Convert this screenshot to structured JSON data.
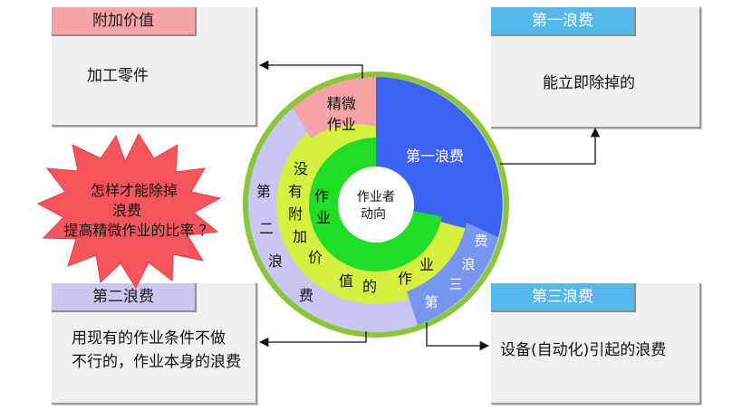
{
  "boxes": {
    "value_added": {
      "title": "附加价值",
      "body": "加工零件",
      "title_color": "#f4a4a8"
    },
    "first_waste": {
      "title": "第一浪费",
      "body": "能立即除掉的",
      "title_color": "#56b7ea"
    },
    "second_waste": {
      "title": "第二浪费",
      "body_lines": [
        "用现有的作业条件不做",
        "不行的，作业本身的浪费"
      ],
      "title_color": "#cbc7f1"
    },
    "third_waste": {
      "title": "第三浪费",
      "body": "设备(自动化)引起的浪费",
      "title_color": "#56b7ea"
    }
  },
  "starburst": {
    "lines": [
      "怎样才能除掉",
      "浪费",
      "提高精微作业的比率 ？"
    ],
    "fill": "#f7555d"
  },
  "wheel": {
    "center": [
      "作业者",
      "动向"
    ],
    "inner_ring": [
      "作",
      "业"
    ],
    "segments": {
      "fine_work": [
        "精微",
        "作业"
      ],
      "first_waste": "第一浪费",
      "no_value_work": [
        "没",
        "有",
        "附",
        "加",
        "价",
        "值",
        "的",
        "作",
        "业"
      ],
      "second_waste": [
        "第",
        "二",
        "浪",
        "费"
      ],
      "third_waste": [
        "第",
        "三",
        "浪",
        "费"
      ]
    },
    "colors": {
      "fine_work": "#f5a3a6",
      "first_waste": "#3b63f0",
      "no_value": "#d5f040",
      "second_waste": "#c9c6f2",
      "third_waste": "#7796ee",
      "inner_green": "#21dd27",
      "outer_border": "#8bc63a"
    }
  }
}
